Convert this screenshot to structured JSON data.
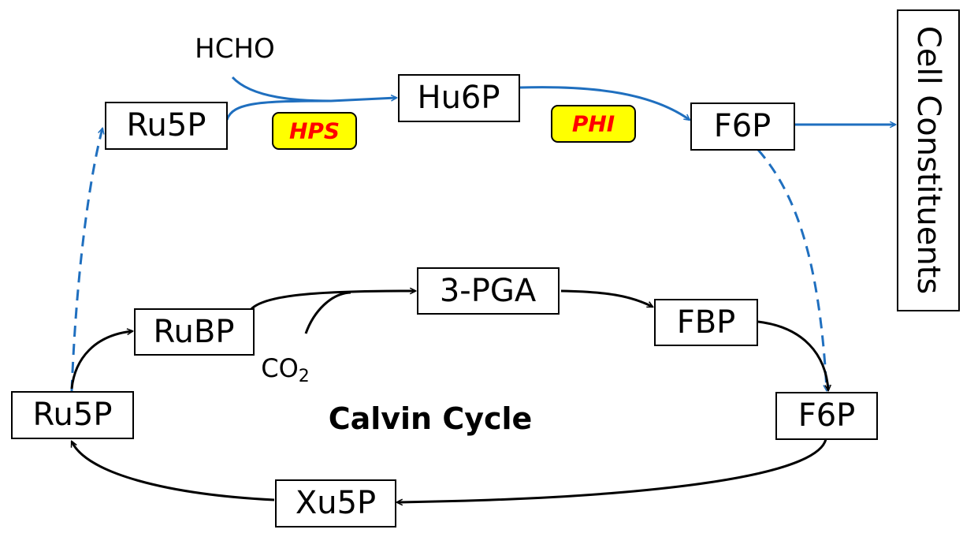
{
  "colors": {
    "pathway_blue": "#1f6fbf",
    "calvin_black": "#000000",
    "enzyme_fill": "#ffff00",
    "enzyme_text": "#ff0000"
  },
  "ribulose_monophosphate_pathway": {
    "substrate": "HCHO",
    "ru5p": "Ru5P",
    "hu6p": "Hu6P",
    "f6p": "F6P",
    "output": "Cell Constituents",
    "enzyme_hps": "HPS",
    "enzyme_phi": "PHI"
  },
  "calvin_cycle": {
    "title": "Calvin Cycle",
    "ru5p": "Ru5P",
    "rubp": "RuBP",
    "pga": "3-PGA",
    "fbp": "FBP",
    "f6p": "F6P",
    "xu5p": "Xu5P",
    "co2": "CO",
    "co2_subscript": "2"
  }
}
